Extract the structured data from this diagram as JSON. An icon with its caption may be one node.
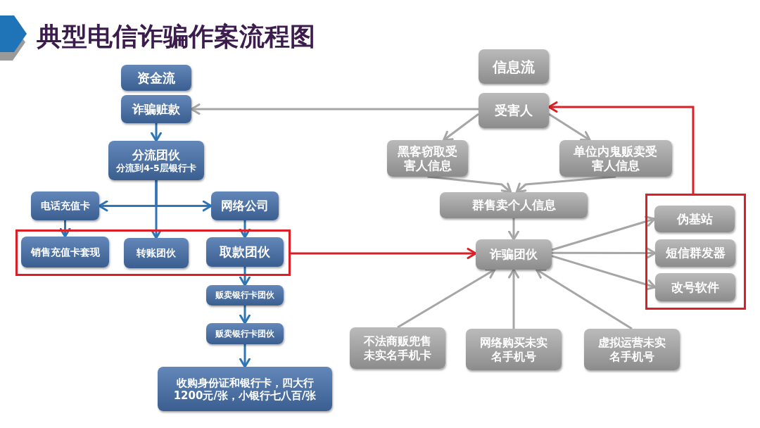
{
  "diagram": {
    "title": "典型电信诈骗作案流程图",
    "nodes": [
      {
        "text": [
          "资金流"
        ]
      },
      {
        "text": [
          "诈骗赃款"
        ]
      },
      {
        "text": [
          "分流团伙",
          "分流到4-5层银行卡"
        ]
      },
      {
        "text": [
          "电话充值卡"
        ]
      },
      {
        "text": [
          "网络公司"
        ]
      },
      {
        "text": [],
        "shape": "box"
      },
      {
        "text": [
          "销售充值卡套现"
        ],
        "in": 5
      },
      {
        "text": [
          "转账团伙"
        ],
        "in": 5
      },
      {
        "text": [
          "取款团伙"
        ],
        "in": 5
      },
      {
        "text": [
          "贩卖银行卡团伙"
        ]
      },
      {
        "text": [
          "贩卖银行卡团伙"
        ]
      },
      {
        "text": [
          "收购身份证和银行卡，四大行1200元/张，小银行七八百/张"
        ]
      },
      {
        "text": [
          "信息流"
        ]
      },
      {
        "text": [
          "受害人"
        ]
      },
      {
        "text": [
          "黑客窃取受害人信息"
        ]
      },
      {
        "text": [
          "单位内鬼贩卖受害人信息"
        ]
      },
      {
        "text": [
          "群售卖个人信息"
        ]
      },
      {
        "text": [
          "诈骗团伙"
        ]
      },
      {
        "text": [],
        "shape": "box"
      },
      {
        "text": [
          "伪基站"
        ],
        "in": 18
      },
      {
        "text": [
          "短信群发器"
        ],
        "in": 18
      },
      {
        "text": [
          "改号软件"
        ],
        "in": 18
      },
      {
        "text": [
          "不法商贩兜售未实名手机卡"
        ]
      },
      {
        "text": [
          "网络购买未实名手机号"
        ]
      },
      {
        "text": [
          "虚拟运营未实名手机号"
        ]
      }
    ],
    "edges": [
      {
        "from": 13,
        "to": 1,
        "arrow": "to"
      },
      {
        "from": 1,
        "to": 2,
        "arrow": "to",
        "color": "#2e75b6"
      },
      {
        "from": 2,
        "to": 3,
        "arrow": "to",
        "color": "#2e75b6"
      },
      {
        "from": 2,
        "to": 4,
        "arrow": "to",
        "color": "#2e75b6"
      },
      {
        "from": 2,
        "to": 7,
        "arrow": "to",
        "color": "#2e75b6"
      },
      {
        "from": 3,
        "to": 6,
        "arrow": "to",
        "color": "#2e75b6"
      },
      {
        "from": 4,
        "to": 8,
        "arrow": "to",
        "color": "#2e75b6"
      },
      {
        "from": 8,
        "to": 9,
        "arrow": "to",
        "color": "#2e75b6"
      },
      {
        "from": 9,
        "to": 10,
        "arrow": "to",
        "color": "#2e75b6"
      },
      {
        "from": 10,
        "to": 11,
        "arrow": "to",
        "color": "#2e75b6"
      },
      {
        "from": 5,
        "to": 17,
        "arrow": "to",
        "color": "#dc1f26"
      },
      {
        "from": 13,
        "to": 14,
        "arrow": "to"
      },
      {
        "from": 13,
        "to": 15,
        "arrow": "to"
      },
      {
        "from": 14,
        "to": 16,
        "arrow": "to"
      },
      {
        "from": 15,
        "to": 16,
        "arrow": "to"
      },
      {
        "from": 16,
        "to": 17,
        "arrow": "to"
      },
      {
        "from": 17,
        "to": 19,
        "arrow": "to"
      },
      {
        "from": 17,
        "to": 20,
        "arrow": "to"
      },
      {
        "from": 17,
        "to": 21,
        "arrow": "to"
      },
      {
        "from": 22,
        "to": 17,
        "arrow": "to"
      },
      {
        "from": 23,
        "to": 17,
        "arrow": "to"
      },
      {
        "from": 24,
        "to": 17,
        "arrow": "to"
      },
      {
        "from": 18,
        "to": 13,
        "arrow": "to",
        "color": "#dc1f26"
      }
    ]
  }
}
